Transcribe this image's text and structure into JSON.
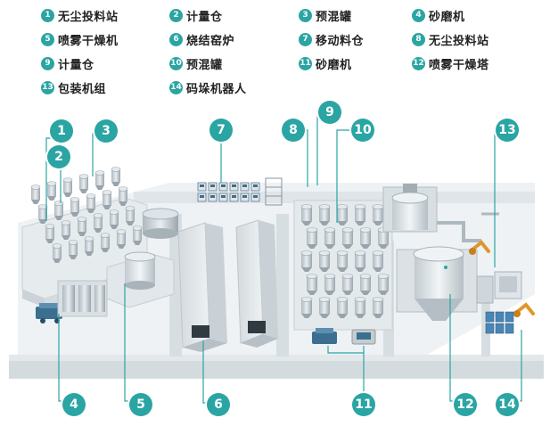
{
  "legend": [
    {
      "num": "1",
      "label": "无尘投料站"
    },
    {
      "num": "2",
      "label": "计量仓"
    },
    {
      "num": "3",
      "label": "预混罐"
    },
    {
      "num": "4",
      "label": "砂磨机"
    },
    {
      "num": "5",
      "label": "喷雾干燥机"
    },
    {
      "num": "6",
      "label": "烧结窑炉"
    },
    {
      "num": "7",
      "label": "移动料仓"
    },
    {
      "num": "8",
      "label": "无尘投料站"
    },
    {
      "num": "9",
      "label": "计量仓"
    },
    {
      "num": "10",
      "label": "预混罐"
    },
    {
      "num": "11",
      "label": "砂磨机"
    },
    {
      "num": "12",
      "label": "喷雾干燥塔"
    },
    {
      "num": "13",
      "label": "包装机组"
    },
    {
      "num": "14",
      "label": "码垛机器人"
    }
  ],
  "callouts": [
    "1",
    "2",
    "3",
    "4",
    "5",
    "6",
    "7",
    "8",
    "9",
    "10",
    "11",
    "12",
    "13",
    "14"
  ],
  "colors": {
    "accent": "#2aa5a3",
    "floor": "#e7ecef",
    "wall": "#cfd6da",
    "equipment": "#b9c2c8"
  }
}
